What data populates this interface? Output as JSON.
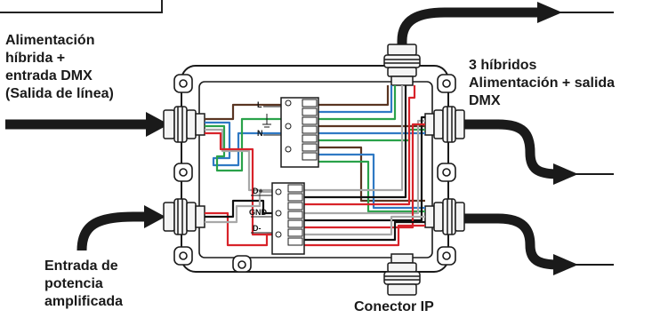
{
  "labels": {
    "input": [
      "Alimentación",
      "híbrida +",
      "entrada DMX",
      "(Salida de línea)"
    ],
    "outputs": [
      "3 híbridos",
      "Alimentación + salida",
      "DMX"
    ],
    "amplified": [
      "Entrada de",
      "potencia",
      "amplificada"
    ],
    "ip_connector": "Conector IP"
  },
  "terminals": {
    "power": [
      "L",
      "N"
    ],
    "data": [
      "D+",
      "GND",
      "D-"
    ]
  },
  "colors": {
    "brown": "#5a3522",
    "blue": "#2f79c4",
    "green": "#2aa24a",
    "gray": "#a8a8a8",
    "red": "#d8232a",
    "black": "#111111"
  }
}
